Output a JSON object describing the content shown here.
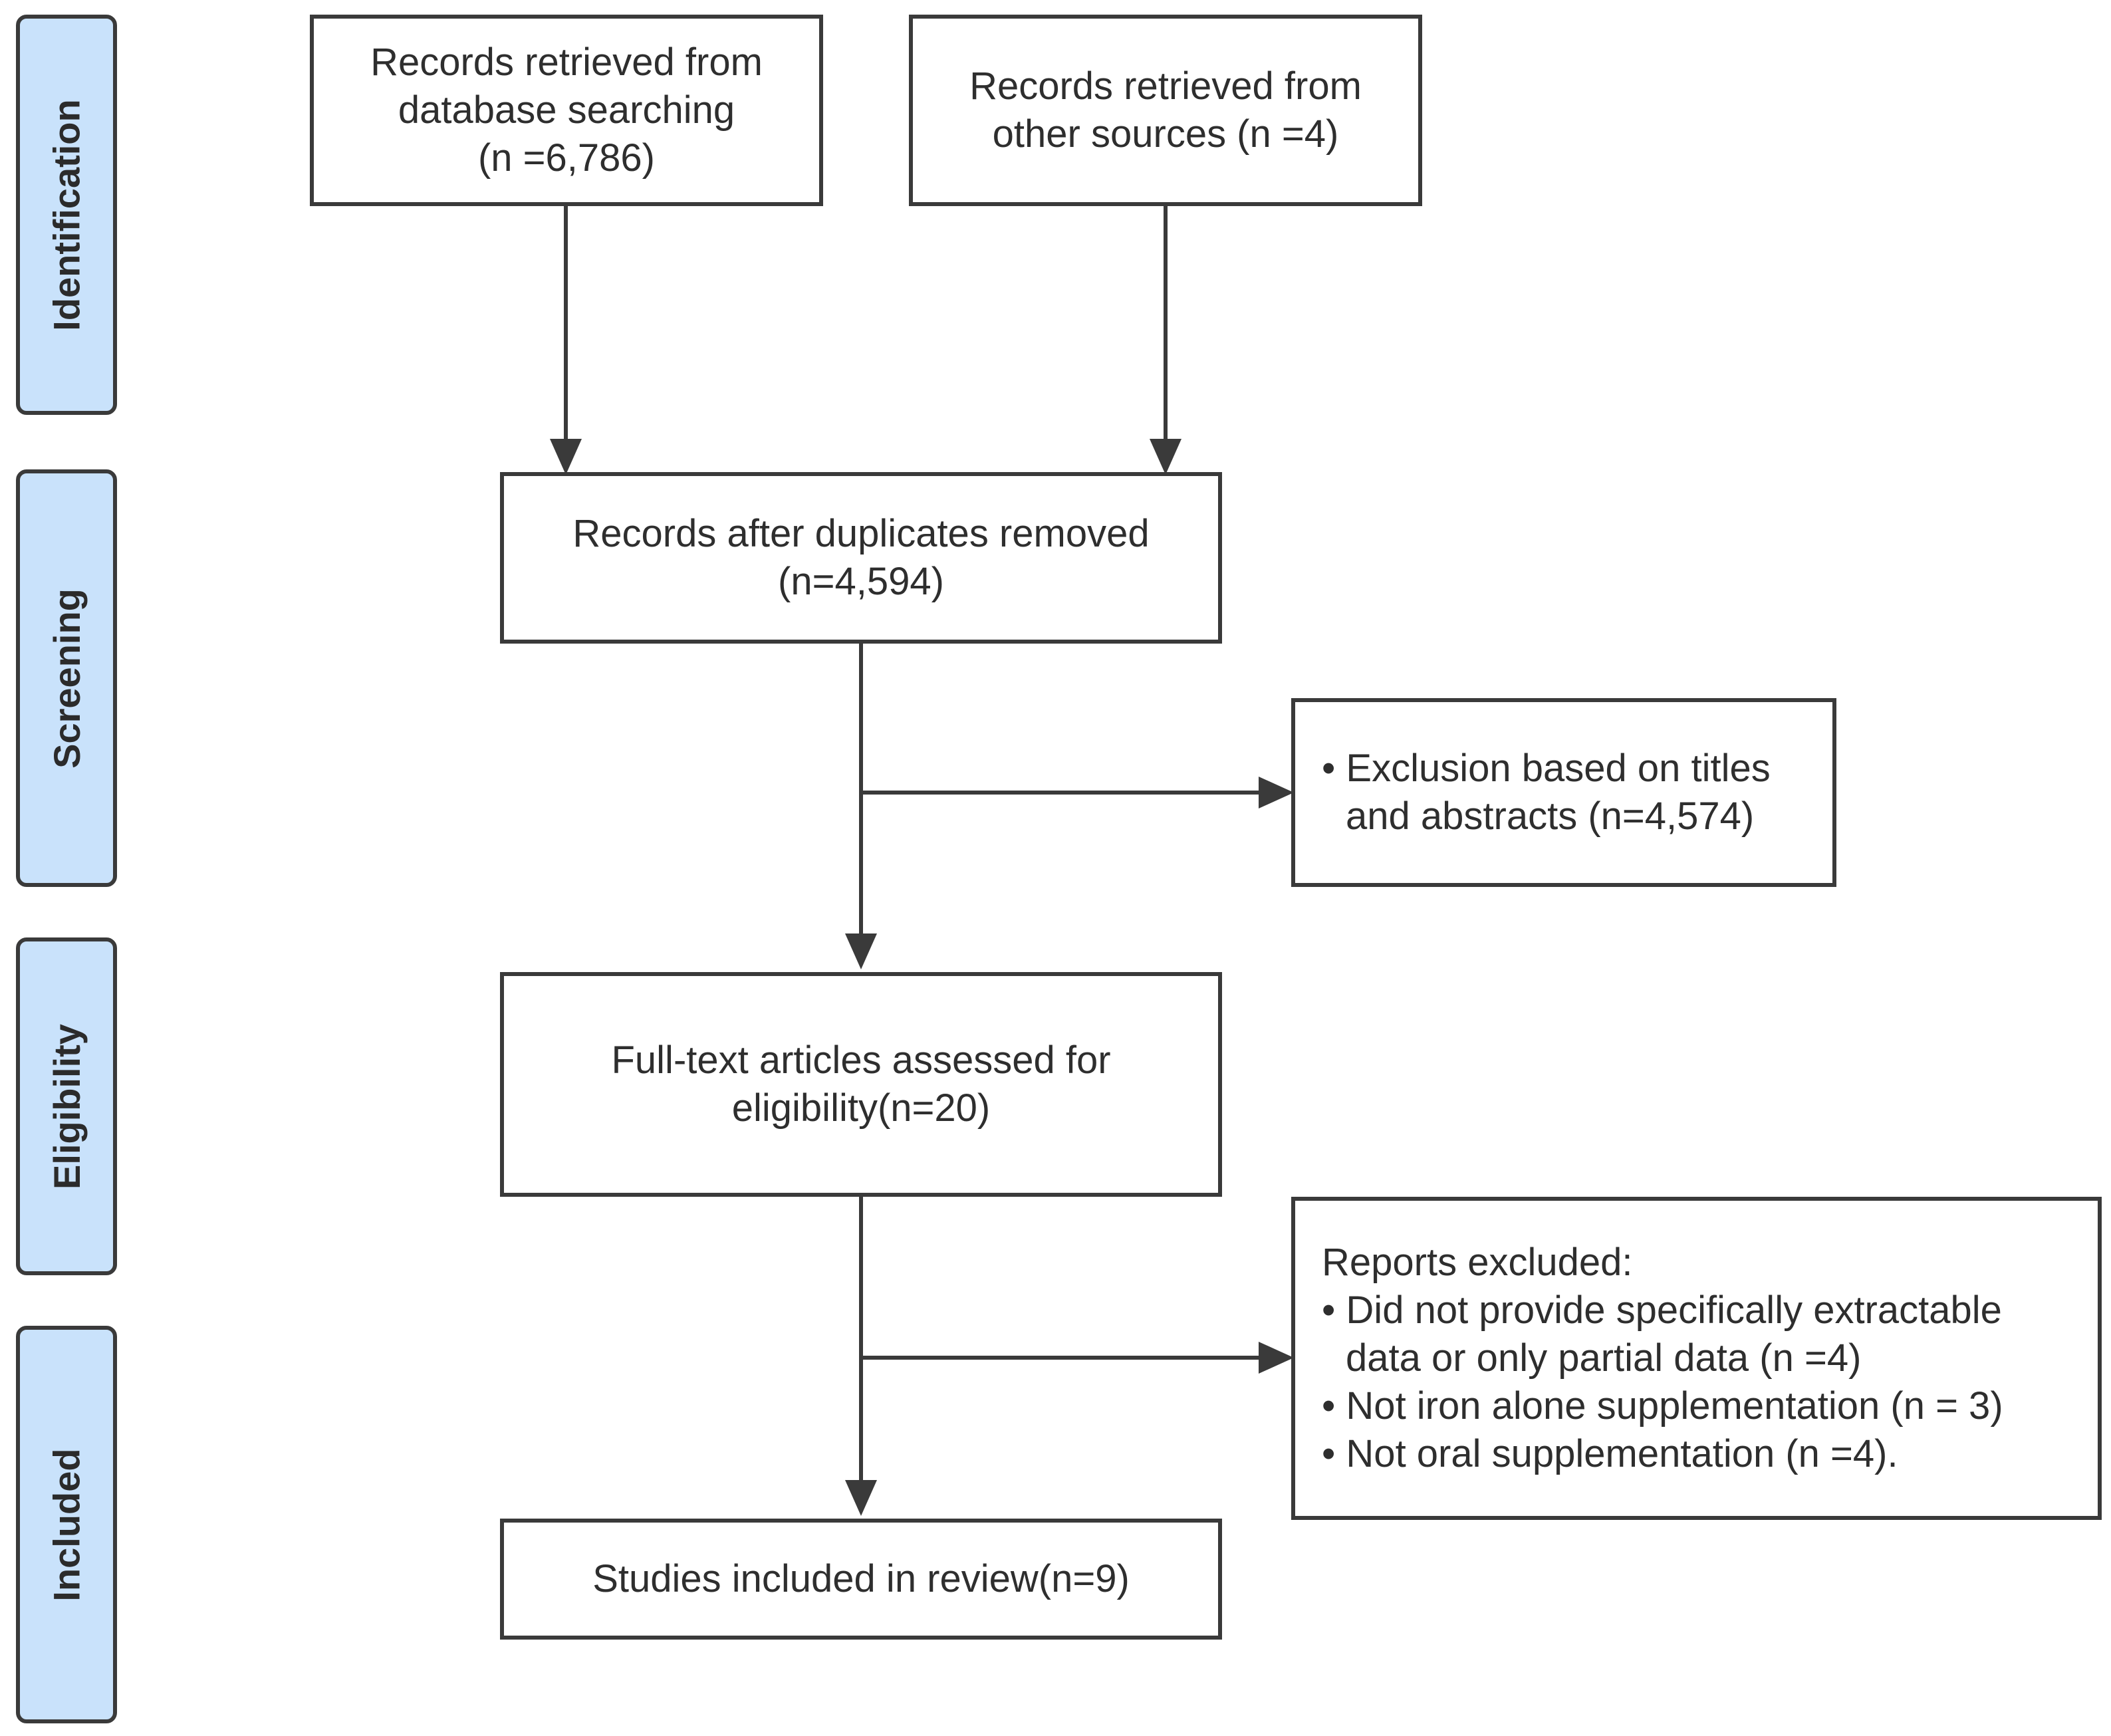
{
  "stages": [
    {
      "id": "identification",
      "label": "Identification"
    },
    {
      "id": "screening",
      "label": "Screening"
    },
    {
      "id": "eligibility",
      "label": "Eligibility"
    },
    {
      "id": "included",
      "label": "Included"
    }
  ],
  "boxes": {
    "database": {
      "lines": [
        "Records retrieved from",
        "database searching",
        "(n =6,786)"
      ]
    },
    "other_sources": {
      "lines": [
        "Records retrieved from",
        "other sources (n =4)"
      ]
    },
    "after_duplicates": {
      "lines": [
        "Records after duplicates removed",
        "(n=4,594)"
      ]
    },
    "exclusion_titles": {
      "lines": [
        "• Exclusion based on titles",
        "and abstracts (n=4,574)"
      ]
    },
    "full_text": {
      "lines": [
        "Full-text articles assessed for",
        "eligibility(n=20)"
      ]
    },
    "reports_excluded": {
      "lines": [
        "Reports excluded:",
        "• Did not provide specifically extractable",
        "data or only partial data (n =4)",
        "• Not iron alone supplementation (n = 3)",
        "• Not oral supplementation (n =4)."
      ]
    },
    "included": {
      "lines": [
        "Studies included in review(n=9)"
      ]
    }
  },
  "colors": {
    "stage_fill": "#c9e2fb",
    "stroke": "#3a3a3a"
  }
}
